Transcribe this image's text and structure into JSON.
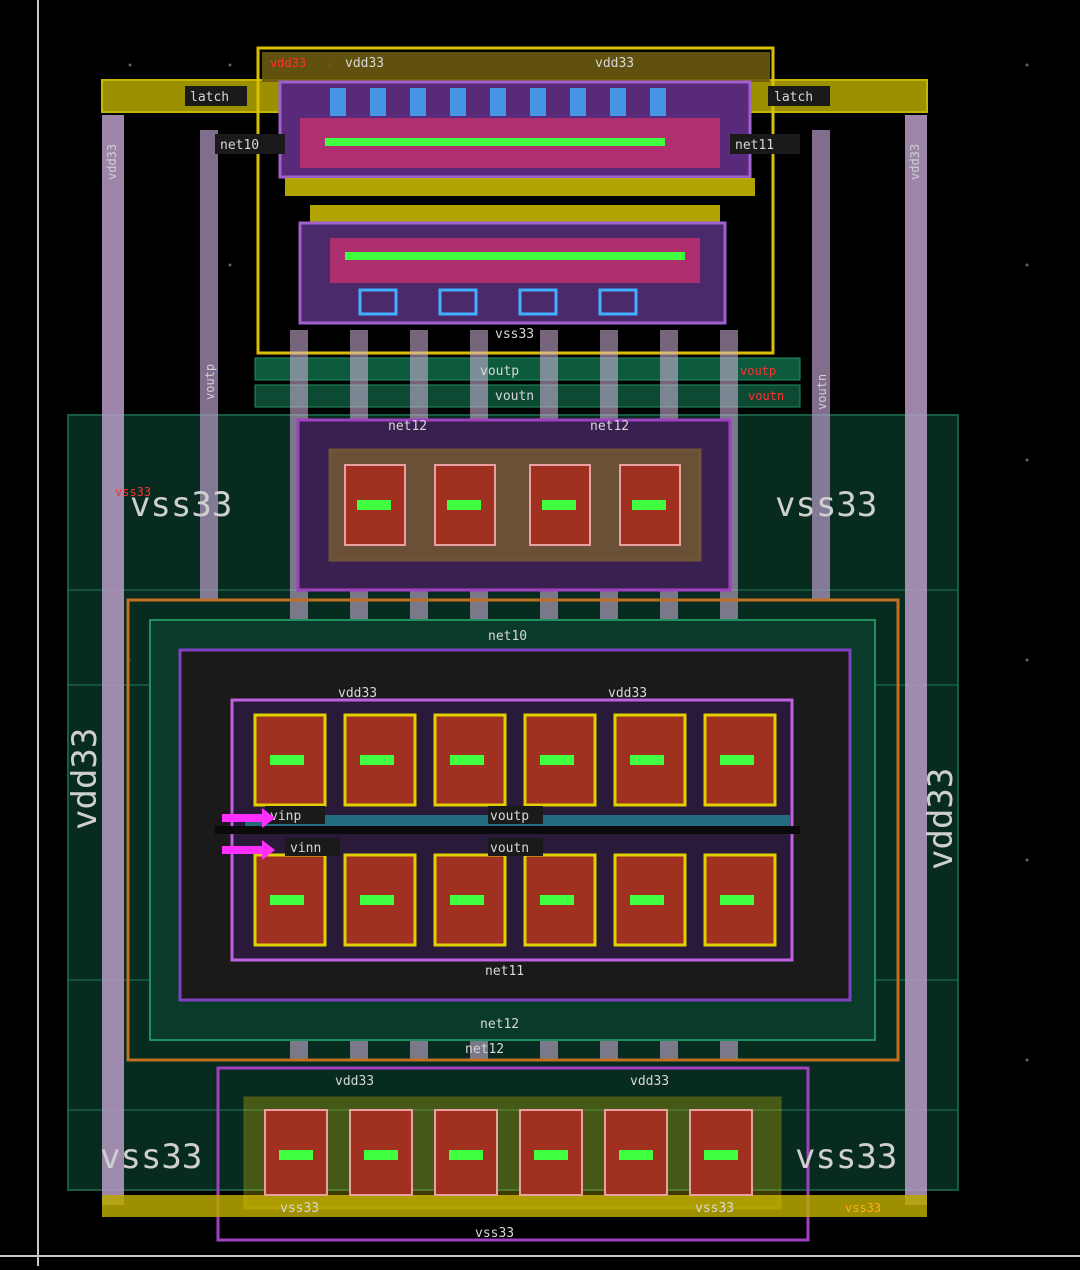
{
  "labels": {
    "latch": "latch",
    "vdd33": "vdd33",
    "vss33": "vss33",
    "net10": "net10",
    "net11": "net11",
    "net12": "net12",
    "voutp": "voutp",
    "voutn": "voutn",
    "vinp": "vinp",
    "vinn": "vinn",
    "vdd33_marker": "vdd33"
  },
  "colors": {
    "background": "#000000",
    "metal1": "#c8a8d8",
    "metal2": "#e8c8e8",
    "poly": "#e0c000",
    "diff": "#c04020",
    "nwell": "#0a5a40",
    "contact": "#40ff40",
    "via": "#40c0ff",
    "purple": "#8040c0"
  },
  "icons": {
    "pin_marker": "magenta-arrow-icon"
  }
}
